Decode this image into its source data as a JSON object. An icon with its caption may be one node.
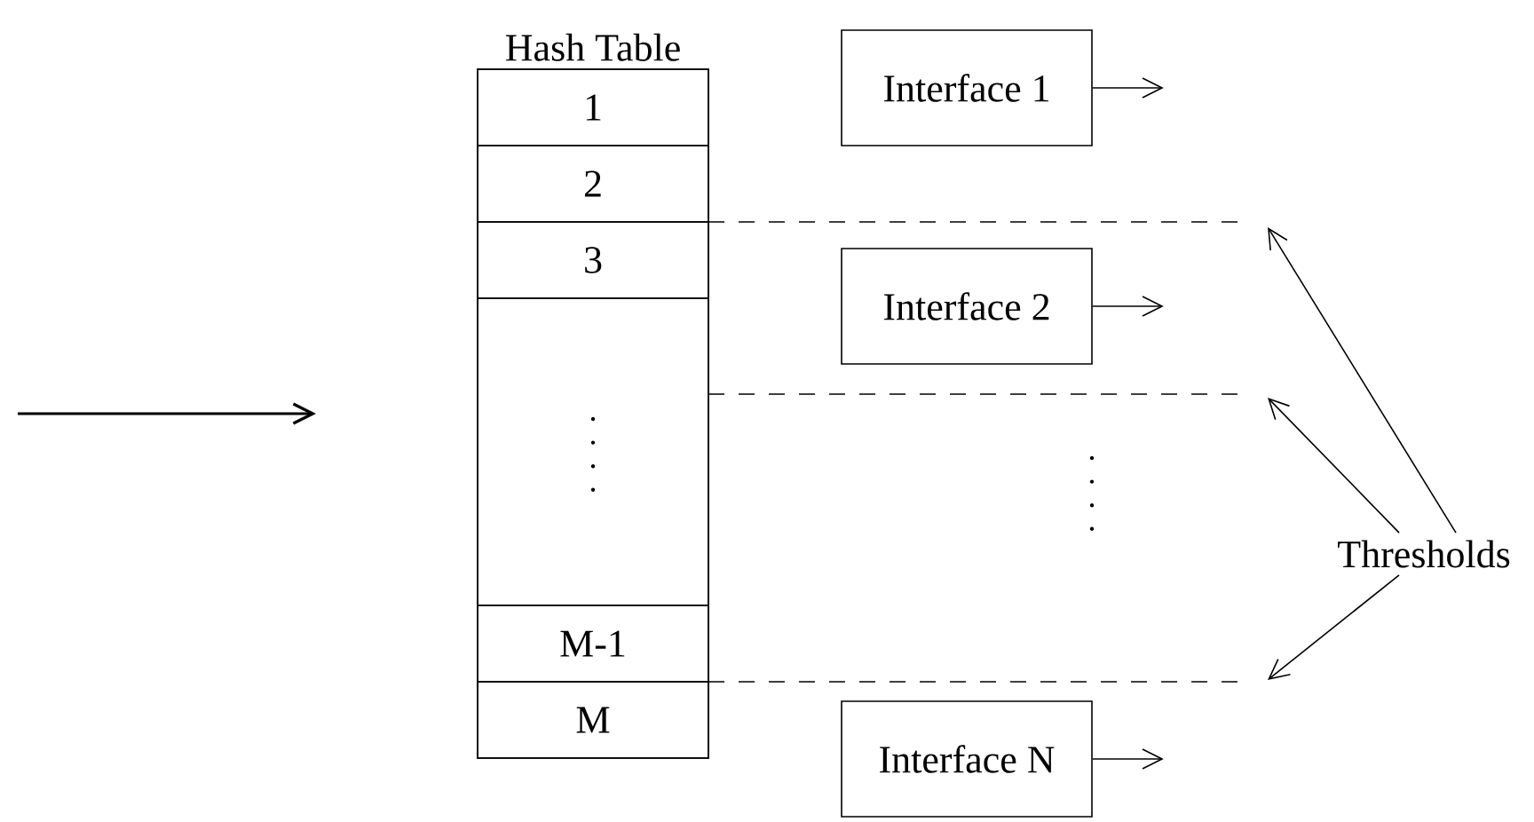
{
  "diagram": {
    "nodes": [
      {
        "text": [
          "Hash Table"
        ]
      },
      {
        "text": [
          "1"
        ],
        "in": 0
      },
      {
        "text": [
          "2"
        ],
        "in": 0
      },
      {
        "text": [
          "3"
        ],
        "in": 0
      },
      {
        "text": [],
        "shape": "box",
        "in": 0
      },
      {
        "text": [
          "M-1"
        ],
        "in": 0
      },
      {
        "text": [
          "M"
        ],
        "in": 0
      },
      {
        "text": [
          "Interface 1"
        ]
      },
      {
        "text": [
          "Interface 2"
        ]
      },
      {
        "text": [
          "Interface N"
        ]
      },
      {
        "text": [
          "Thresholds"
        ]
      }
    ],
    "edges": [
      {
        "from": 7,
        "to": null,
        "arrow": "to"
      },
      {
        "from": 8,
        "to": null,
        "arrow": "to"
      },
      {
        "from": 9,
        "to": null,
        "arrow": "to"
      },
      {
        "from": 10,
        "to": null,
        "arrow": "to"
      },
      {
        "from": 10,
        "to": null,
        "arrow": "to"
      },
      {
        "from": 10,
        "to": null,
        "arrow": "to"
      }
    ]
  }
}
